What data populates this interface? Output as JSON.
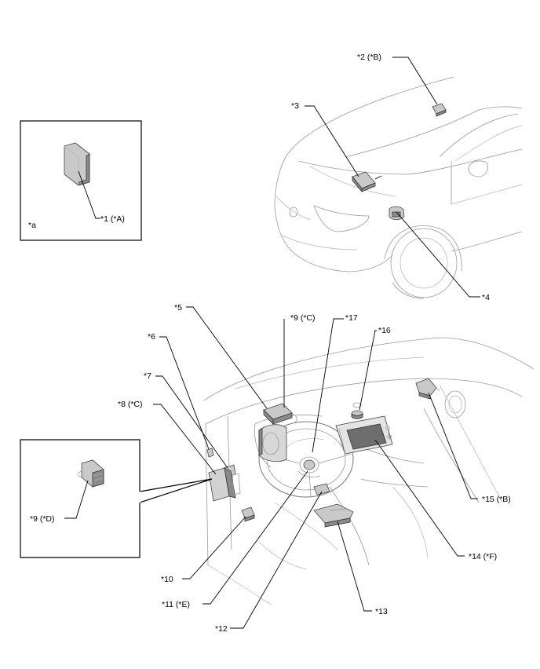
{
  "labels": {
    "l1": "*1 (*A)",
    "l2": "*2 (*B)",
    "l3": "*3",
    "l4": "*4",
    "l5": "*5",
    "l6": "*6",
    "l7": "*7",
    "l8": "*8 (*C)",
    "l9c": "*9 (*C)",
    "l9d": "*9 (*D)",
    "l10": "*10",
    "l11": "*11 (*E)",
    "l12": "*12",
    "l13": "*13",
    "l14": "*14 (*F)",
    "l15": "*15 (*B)",
    "l16": "*16",
    "l17": "*17",
    "la": "*a"
  }
}
